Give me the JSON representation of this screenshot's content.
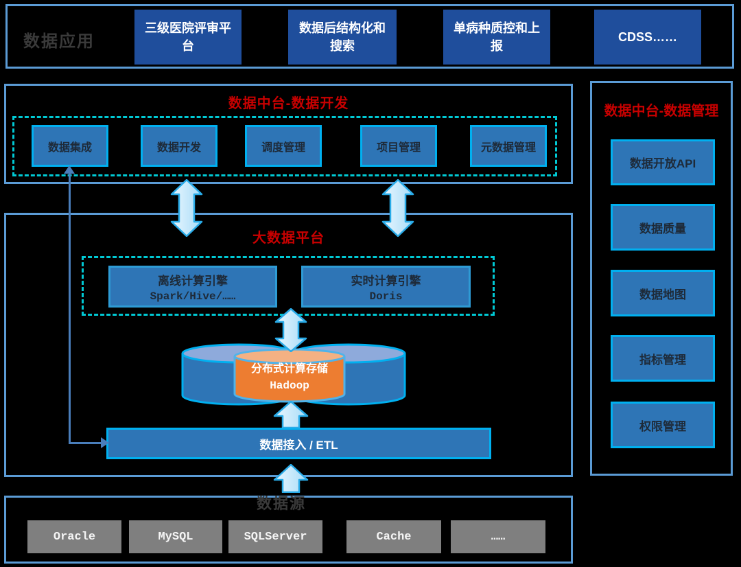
{
  "app_layer": {
    "label": "数据应用",
    "boxes": [
      "三级医院评审平台",
      "数据后结构化和搜索",
      "单病种质控和上报",
      "CDSS……"
    ]
  },
  "dev_layer": {
    "title": "数据中台-数据开发",
    "boxes": [
      "数据集成",
      "数据开发",
      "调度管理",
      "项目管理",
      "元数据管理"
    ]
  },
  "mgmt_layer": {
    "title": "数据中台-数据管理",
    "boxes": [
      "数据开放API",
      "数据质量",
      "数据地图",
      "指标管理",
      "权限管理"
    ]
  },
  "platform_layer": {
    "title": "大数据平台",
    "engines": [
      {
        "name": "离线计算引擎",
        "tech": "Spark/Hive/……"
      },
      {
        "name": "实时计算引擎",
        "tech": "Doris"
      }
    ],
    "storage": {
      "name": "分布式计算存储",
      "tech": "Hadoop"
    },
    "etl_label": "数据接入 / ETL"
  },
  "source_layer": {
    "label": "数据源",
    "boxes": [
      "Oracle",
      "MySQL",
      "SQLServer",
      "Cache",
      "……"
    ]
  },
  "colors": {
    "frame_border": "#5B9BD5",
    "app_box": "#1F4E9C",
    "blue_box": "#2E75B6",
    "bright_border": "#00B0F0",
    "dashed_border": "#00C9D4",
    "red_title": "#C80000",
    "orange_cylinder": "#ED7D31",
    "gray_box": "#7F7F7F",
    "arrow_stroke": "#29ABE8",
    "connector": "#4A7EBB"
  }
}
